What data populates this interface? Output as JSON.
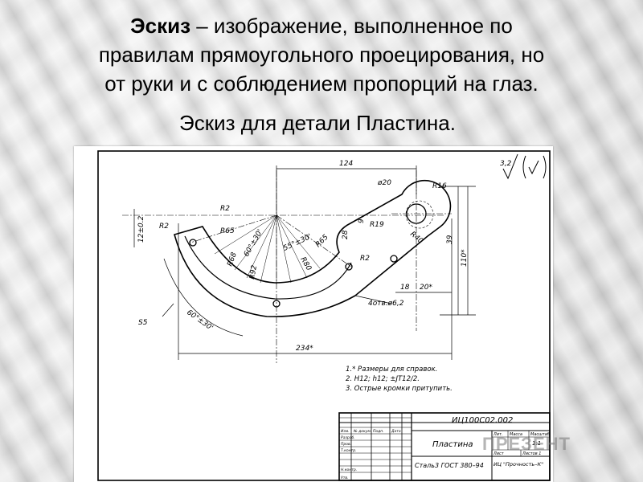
{
  "header": {
    "title_bold": "Эскиз",
    "title_rest_1": " – изображение, выполненное по",
    "title_line_2": "правилам прямоугольного проецирования, но",
    "title_line_3": "от руки и с соблюдением пропорций на глаз.",
    "subtitle": "Эскиз для детали Пластина."
  },
  "drawing": {
    "roughness": "3,2",
    "dimensions": {
      "d124": "124",
      "d20": "ø20",
      "r16": "R16",
      "r2_top": "R2",
      "r2_left": "R2",
      "d12": "12±0.2",
      "r65": "R65",
      "r19": "R19",
      "d9": "9",
      "d28": "28",
      "r40": "R40",
      "d39": "39",
      "d110": "110*",
      "a60": "60°±30'",
      "a55": "55°±30'",
      "r65b": "R65",
      "r68": "R68",
      "r92": "R92",
      "r80": "R80",
      "r2_right": "R2",
      "d18": "18",
      "d20b": "20*",
      "holes": "4отв.ø6,2",
      "s5": "S5",
      "a60b": "60°±30'",
      "d234": "234*"
    },
    "notes": [
      "1.* Размеры для справок.",
      "2. H12; h12; ±JT12/2.",
      "3. Острые кромки притупить."
    ]
  },
  "title_block": {
    "code": "ИЦ100С02.002",
    "name": "Пластина",
    "material": "Сталь3 ГОСТ 380–94",
    "org": "ИЦ \"Прочность–К\"",
    "scale": "1:1",
    "row_labels": [
      "Изм.",
      "Разраб.",
      "Пров.",
      "Т.контр.",
      "Н.контр.",
      "Утв."
    ],
    "col_labels": [
      "№ докум.",
      "Подп.",
      "Дата"
    ],
    "lit_labels": [
      "Лит.",
      "Масса",
      "Масштаб"
    ],
    "sheet_labels": [
      "Лист",
      "Листов 1"
    ]
  },
  "watermark": "ПРЕЗЕНТ"
}
